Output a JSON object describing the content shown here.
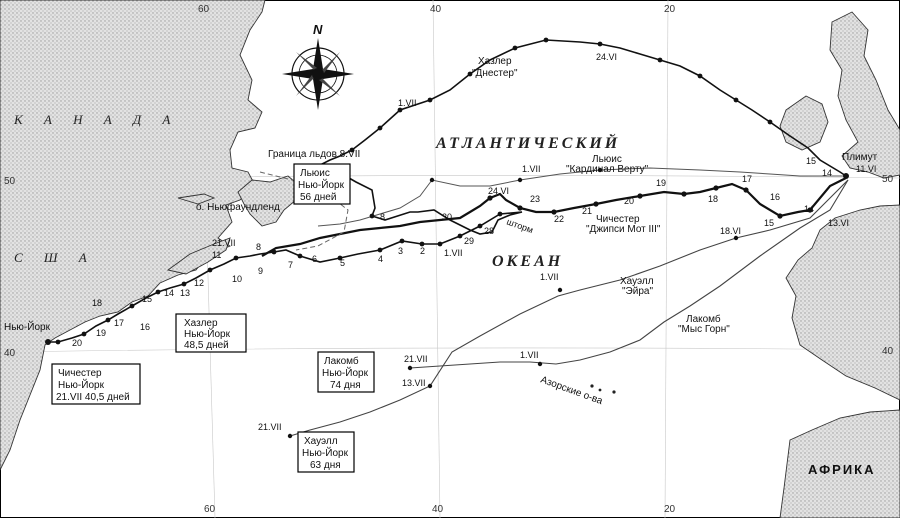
{
  "grid": {
    "top_labels": [
      "60",
      "40",
      "20"
    ],
    "bottom_labels": [
      "60",
      "40",
      "20"
    ],
    "left_labels": [
      "50",
      "40"
    ],
    "right_labels": [
      "50",
      "40"
    ]
  },
  "compass": {
    "north_label": "N"
  },
  "regions": {
    "canada": "К А Н А Д А",
    "usa": "С Ш А",
    "africa": "АФРИКА",
    "ocean_top": "АТЛАНТИЧЕСКИЙ",
    "ocean_bottom": "ОКЕАН",
    "newfoundland": "о. Ньюфаундленд",
    "azores": "Азорские о-ва",
    "ice_limit": "Граница льдов 8.VII",
    "storm": "шторм"
  },
  "places": {
    "new_york": "Нью-Йорк",
    "plymouth": "Плимут"
  },
  "yachts": {
    "hasler_top": [
      "Хазлер",
      "\"Днестер\""
    ],
    "lewis": [
      "Льюис",
      "\"Кардинал Верту\""
    ],
    "chichester": [
      "Чичестер",
      "\"Джипси Мот III\""
    ],
    "howell": [
      "Хауэлл",
      "\"Эйра\""
    ],
    "lacombe": [
      "Лакомб",
      "\"Мыс Горн\""
    ]
  },
  "finish_boxes": {
    "lewis": [
      "Льюис",
      "Нью-Йорк",
      "56 дней"
    ],
    "hasler": [
      "Хазлер",
      "Нью-Йорк",
      "48,5 дней"
    ],
    "chichester": [
      "Чичестер",
      "Нью-Йорк",
      "21.VII 40,5 дней"
    ],
    "lacombe": [
      "Лакомб",
      "Нью-Йорк",
      "74 дня"
    ],
    "howell": [
      "Хауэлл",
      "Нью-Йорк",
      "63 дня"
    ]
  },
  "route_labels": {
    "hasler": [
      "24.VI",
      "1.VII",
      "8",
      "30",
      "29",
      "28",
      "21.VII",
      "11",
      "10",
      "9",
      "8",
      "7",
      "6",
      "5",
      "4",
      "3",
      "2",
      "1.VII",
      "12",
      "13",
      "14",
      "15",
      "16",
      "17",
      "18",
      "19",
      "20"
    ],
    "chichester": [
      "24.VI",
      "23",
      "22",
      "21",
      "20",
      "19",
      "18",
      "17",
      "16",
      "15",
      "14",
      "13.VI",
      "11.VI"
    ],
    "lewis": [
      "1.VII",
      "15",
      "14"
    ],
    "howell": [
      "18.VI",
      "1.VII",
      "13.VII",
      "21.VII"
    ],
    "lacombe": [
      "1.VII",
      "21.VII"
    ]
  },
  "colors": {
    "land": "#d4d4d4",
    "line": "#111111",
    "sea": "#ffffff"
  }
}
